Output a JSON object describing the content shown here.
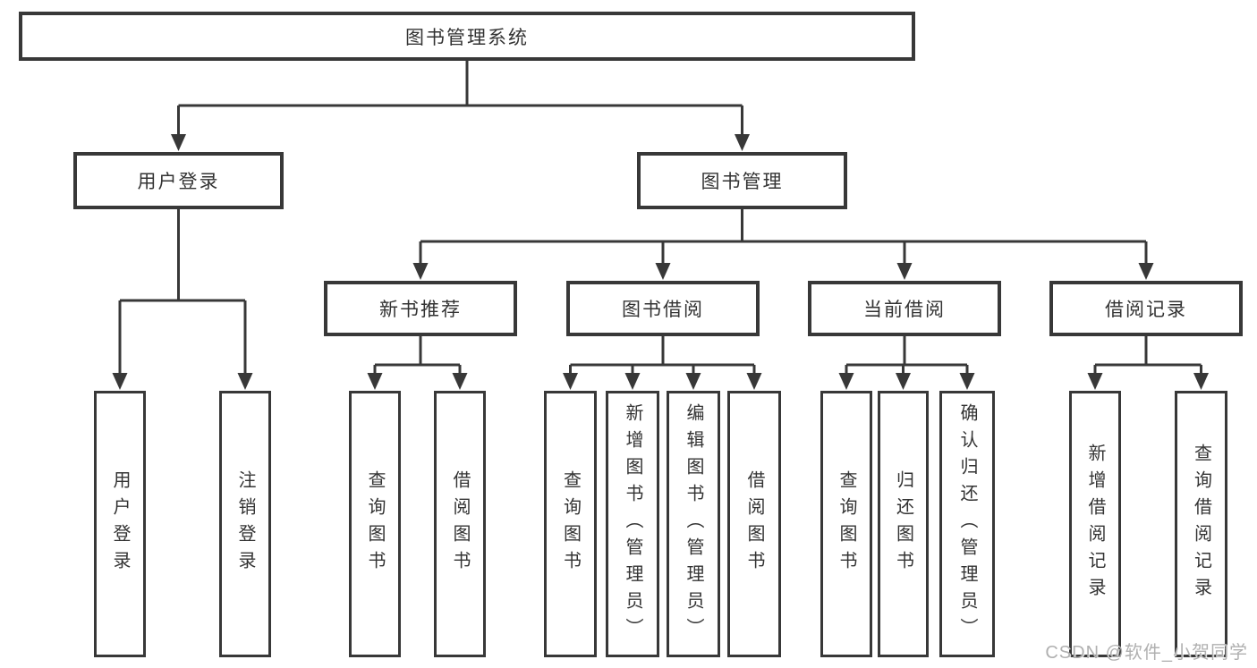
{
  "diagram_title": "图书管理系统",
  "colors": {
    "line": "#383838",
    "text": "#333333",
    "watermark": "#b0b0b0",
    "background": "#ffffff"
  },
  "watermark": "CSDN @软件_小贺同学",
  "nodes": [
    {
      "id": "library-system",
      "label": "图书管理系统",
      "parent": null
    },
    {
      "id": "user-login",
      "label": "用户登录",
      "parent": "library-system"
    },
    {
      "id": "book-mgmt",
      "label": "图书管理",
      "parent": "library-system"
    },
    {
      "id": "login",
      "label": "用户登录",
      "parent": "user-login"
    },
    {
      "id": "logout",
      "label": "注销登录",
      "parent": "user-login"
    },
    {
      "id": "new-book",
      "label": "新书推荐",
      "parent": "book-mgmt"
    },
    {
      "id": "book-borrow",
      "label": "图书借阅",
      "parent": "book-mgmt"
    },
    {
      "id": "current-borrow",
      "label": "当前借阅",
      "parent": "book-mgmt"
    },
    {
      "id": "borrow-record",
      "label": "借阅记录",
      "parent": "book-mgmt"
    },
    {
      "id": "nb-query",
      "label": "查询图书",
      "parent": "new-book"
    },
    {
      "id": "nb-borrow",
      "label": "借阅图书",
      "parent": "new-book"
    },
    {
      "id": "bb-query",
      "label": "查询图书",
      "parent": "book-borrow"
    },
    {
      "id": "bb-add",
      "label": "新增图书（管理员）",
      "parent": "book-borrow"
    },
    {
      "id": "bb-edit",
      "label": "编辑图书（管理员）",
      "parent": "book-borrow"
    },
    {
      "id": "bb-borrow",
      "label": "借阅图书",
      "parent": "book-borrow"
    },
    {
      "id": "cb-query",
      "label": "查询图书",
      "parent": "current-borrow"
    },
    {
      "id": "cb-return",
      "label": "归还图书",
      "parent": "current-borrow"
    },
    {
      "id": "cb-confirm",
      "label": "确认归还（管理员）",
      "parent": "current-borrow"
    },
    {
      "id": "br-add",
      "label": "新增借阅记录",
      "parent": "borrow-record"
    },
    {
      "id": "br-query",
      "label": "查询借阅记录",
      "parent": "borrow-record"
    }
  ]
}
